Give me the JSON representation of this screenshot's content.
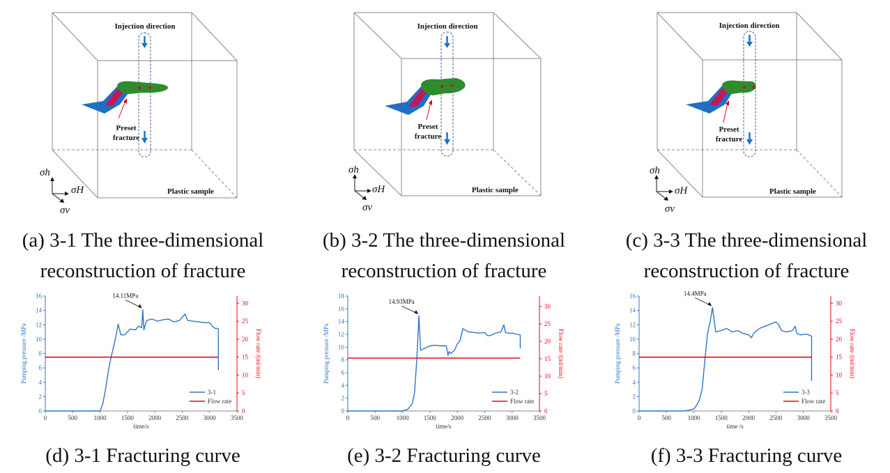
{
  "figures_3d": [
    {
      "injection_label": "Injection direction",
      "preset_line1": "Preset",
      "preset_line2": "fracture",
      "sample_label": "Plastic sample",
      "sigma_h": "σh",
      "sigma_H": "σH",
      "sigma_v": "σv"
    },
    {
      "injection_label": "Injection direction",
      "preset_line1": "Preset",
      "preset_line2": "fracture",
      "sample_label": "Plastic sample",
      "sigma_h": "σh",
      "sigma_H": "σH",
      "sigma_v": "σv"
    },
    {
      "injection_label": "Injection direction",
      "preset_line1": "Preset",
      "preset_line2": "fracture",
      "sample_label": "Plastic sample",
      "sigma_h": "σh",
      "sigma_H": "σH",
      "sigma_v": "σv"
    }
  ],
  "captions": {
    "a": {
      "line1": "(a) 3-1 The three-dimensional",
      "line2": "reconstruction of fracture"
    },
    "b": {
      "line1": "(b) 3-2 The three-dimensional",
      "line2": "reconstruction of fracture"
    },
    "c": {
      "line1": "(c) 3-3 The three-dimensional",
      "line2": "reconstruction of fracture"
    },
    "d": "(d) 3-1 Fracturing curve",
    "e": "(e) 3-2 Fracturing curve",
    "f": "(f) 3-3 Fracturing curve"
  },
  "colors": {
    "pressure": "#2e75c6",
    "flow": "#e30613",
    "axis_left": "#2e75c6",
    "axis_right": "#e30613",
    "fracture_blue": "#1f6fc4",
    "fracture_green": "#2e8b2e",
    "fracture_magenta": "#c2185b"
  },
  "chart_data": [
    {
      "type": "line",
      "xlabel": "time/s",
      "ylabel": "Pumping pressure /MPa",
      "y2label": "Flow rate /(ml/min)",
      "xlim": [
        0,
        3500
      ],
      "xticks": [
        0,
        500,
        1000,
        1500,
        2000,
        2500,
        3000,
        3500
      ],
      "ylim": [
        0,
        16
      ],
      "yticks": [
        0,
        2,
        4,
        6,
        8,
        10,
        12,
        14,
        16
      ],
      "y2lim": [
        0,
        32
      ],
      "y2ticks": [
        0,
        5,
        10,
        15,
        20,
        25,
        30
      ],
      "annotation": {
        "text": "14.11MPa",
        "x": 1780,
        "y": 14.1
      },
      "series": [
        {
          "name": "3-1",
          "axis": "left",
          "x": [
            0,
            1000,
            1050,
            1100,
            1150,
            1200,
            1250,
            1300,
            1330,
            1380,
            1450,
            1550,
            1650,
            1700,
            1760,
            1780,
            1800,
            1850,
            1950,
            2050,
            2150,
            2250,
            2350,
            2450,
            2550,
            2600,
            2700,
            2800,
            2900,
            3000,
            3050,
            3100,
            3150,
            3160,
            3160
          ],
          "y": [
            0,
            0,
            1.0,
            3.0,
            5.5,
            7.5,
            9.0,
            10.8,
            12.1,
            10.6,
            10.6,
            11.4,
            11.3,
            11.8,
            11.6,
            14.1,
            11.3,
            12.6,
            12.8,
            12.5,
            12.7,
            12.8,
            12.4,
            12.6,
            13.5,
            12.6,
            12.5,
            12.4,
            12.3,
            12.3,
            11.8,
            11.5,
            11.5,
            11.4,
            5.7
          ]
        },
        {
          "name": "Flow rate",
          "axis": "right",
          "x": [
            0,
            3150
          ],
          "y": [
            15,
            15
          ]
        }
      ]
    },
    {
      "type": "line",
      "xlabel": "time/s",
      "ylabel": "Pumping pressure /MPa",
      "y2label": "Flow rate /(ml/min)",
      "xlim": [
        0,
        3500
      ],
      "xticks": [
        0,
        500,
        1000,
        1500,
        2000,
        2500,
        3000,
        3500
      ],
      "ylim": [
        0,
        18
      ],
      "yticks": [
        0,
        2,
        4,
        6,
        8,
        10,
        12,
        14,
        16,
        18
      ],
      "y2lim": [
        0,
        33
      ],
      "y2ticks": [
        0,
        5,
        10,
        15,
        20,
        25,
        30
      ],
      "annotation": {
        "text": "14.93MPa",
        "x": 1300,
        "y": 14.93
      },
      "series": [
        {
          "name": "3-2",
          "axis": "left",
          "x": [
            0,
            1000,
            1100,
            1180,
            1220,
            1260,
            1300,
            1330,
            1400,
            1500,
            1600,
            1700,
            1800,
            1830,
            1850,
            1880,
            1950,
            2000,
            2050,
            2100,
            2200,
            2400,
            2500,
            2550,
            2600,
            2700,
            2800,
            2850,
            2880,
            2920,
            3000,
            3100,
            3150,
            3150
          ],
          "y": [
            0,
            0,
            0.3,
            1.2,
            3.0,
            8.0,
            14.9,
            9.5,
            9.8,
            10.2,
            10.3,
            10.2,
            10.2,
            8.7,
            9.3,
            9.0,
            9.5,
            10.5,
            11.0,
            12.9,
            12.4,
            12.2,
            12.3,
            11.8,
            11.8,
            12.2,
            12.4,
            13.5,
            12.3,
            12.2,
            12.2,
            12.0,
            11.9,
            9.8
          ]
        },
        {
          "name": "Flow rate",
          "axis": "right",
          "x": [
            0,
            3150
          ],
          "y": [
            15.2,
            15.2
          ]
        }
      ]
    },
    {
      "type": "line",
      "xlabel": "time /s",
      "ylabel": "Pumping pressure /MPa",
      "y2label": "Flow rate /(ml/min)",
      "xlim": [
        0,
        3500
      ],
      "xticks": [
        0,
        500,
        1000,
        1500,
        2000,
        2500,
        3000,
        3500
      ],
      "ylim": [
        0,
        16
      ],
      "yticks": [
        0,
        2,
        4,
        6,
        8,
        10,
        12,
        14,
        16
      ],
      "y2lim": [
        0,
        32
      ],
      "y2ticks": [
        0,
        5,
        10,
        15,
        20,
        25,
        30
      ],
      "annotation": {
        "text": "14.4MPa",
        "x": 1340,
        "y": 14.4
      },
      "series": [
        {
          "name": "3-3",
          "axis": "left",
          "x": [
            0,
            800,
            900,
            1000,
            1050,
            1100,
            1150,
            1200,
            1250,
            1300,
            1340,
            1400,
            1500,
            1600,
            1700,
            1800,
            1900,
            2000,
            2050,
            2100,
            2200,
            2300,
            2400,
            2500,
            2550,
            2600,
            2700,
            2800,
            2850,
            2880,
            2950,
            3050,
            3100,
            3150,
            3150
          ],
          "y": [
            0,
            0,
            0.1,
            0.3,
            0.8,
            1.5,
            3.0,
            7.0,
            10.8,
            12.5,
            14.4,
            11.0,
            11.2,
            11.5,
            11.0,
            11.2,
            10.8,
            10.6,
            10.2,
            10.9,
            11.5,
            11.8,
            12.1,
            12.4,
            12.0,
            11.2,
            11.0,
            11.2,
            11.8,
            10.8,
            10.6,
            10.7,
            10.6,
            10.4,
            4.2
          ]
        },
        {
          "name": "Flow rate",
          "axis": "right",
          "x": [
            0,
            3150
          ],
          "y": [
            15,
            15
          ]
        }
      ]
    }
  ]
}
